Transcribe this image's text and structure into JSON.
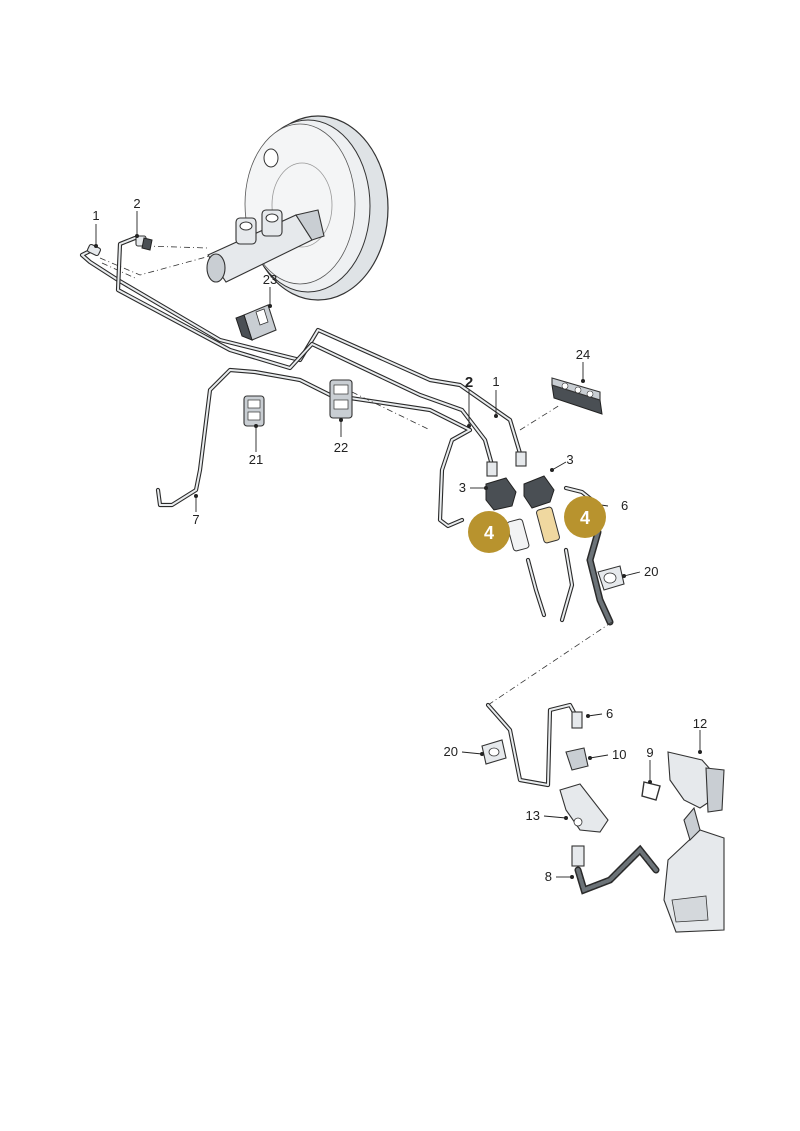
{
  "diagram": {
    "callouts": [
      {
        "id": "c1a",
        "text": "1"
      },
      {
        "id": "c2a",
        "text": "2"
      },
      {
        "id": "c23",
        "text": "23"
      },
      {
        "id": "c24",
        "text": "24"
      },
      {
        "id": "c2b",
        "text": "2"
      },
      {
        "id": "c1b",
        "text": "1"
      },
      {
        "id": "c3a",
        "text": "3"
      },
      {
        "id": "c3b",
        "text": "3"
      },
      {
        "id": "c6a",
        "text": "6"
      },
      {
        "id": "c21",
        "text": "21"
      },
      {
        "id": "c22",
        "text": "22"
      },
      {
        "id": "c7",
        "text": "7"
      },
      {
        "id": "c20a",
        "text": "20"
      },
      {
        "id": "c6b",
        "text": "6"
      },
      {
        "id": "c12",
        "text": "12"
      },
      {
        "id": "c20b",
        "text": "20"
      },
      {
        "id": "c10",
        "text": "10"
      },
      {
        "id": "c9",
        "text": "9"
      },
      {
        "id": "c13",
        "text": "13"
      },
      {
        "id": "c8",
        "text": "8"
      }
    ],
    "highlights": [
      {
        "id": "h4a",
        "text": "4"
      },
      {
        "id": "h4b",
        "text": "4"
      }
    ],
    "colors": {
      "highlight": "#b8932e",
      "line": "#2a2a2a",
      "part_fill": "#e6e9ec"
    }
  }
}
